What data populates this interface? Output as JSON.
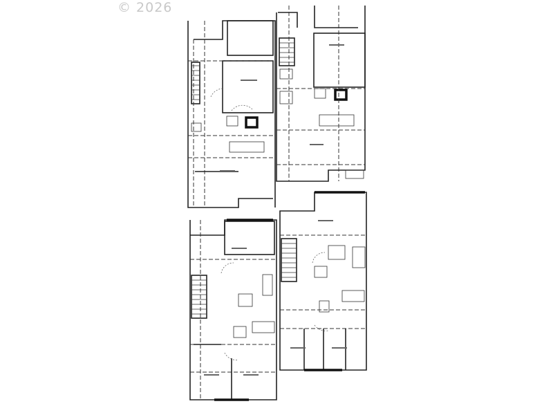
{
  "watermark": {
    "text": "© 2026"
  },
  "plan": {
    "type": "floor-plan",
    "units": 2,
    "levels": 2,
    "line_color": "#222222",
    "background": "#ffffff"
  }
}
